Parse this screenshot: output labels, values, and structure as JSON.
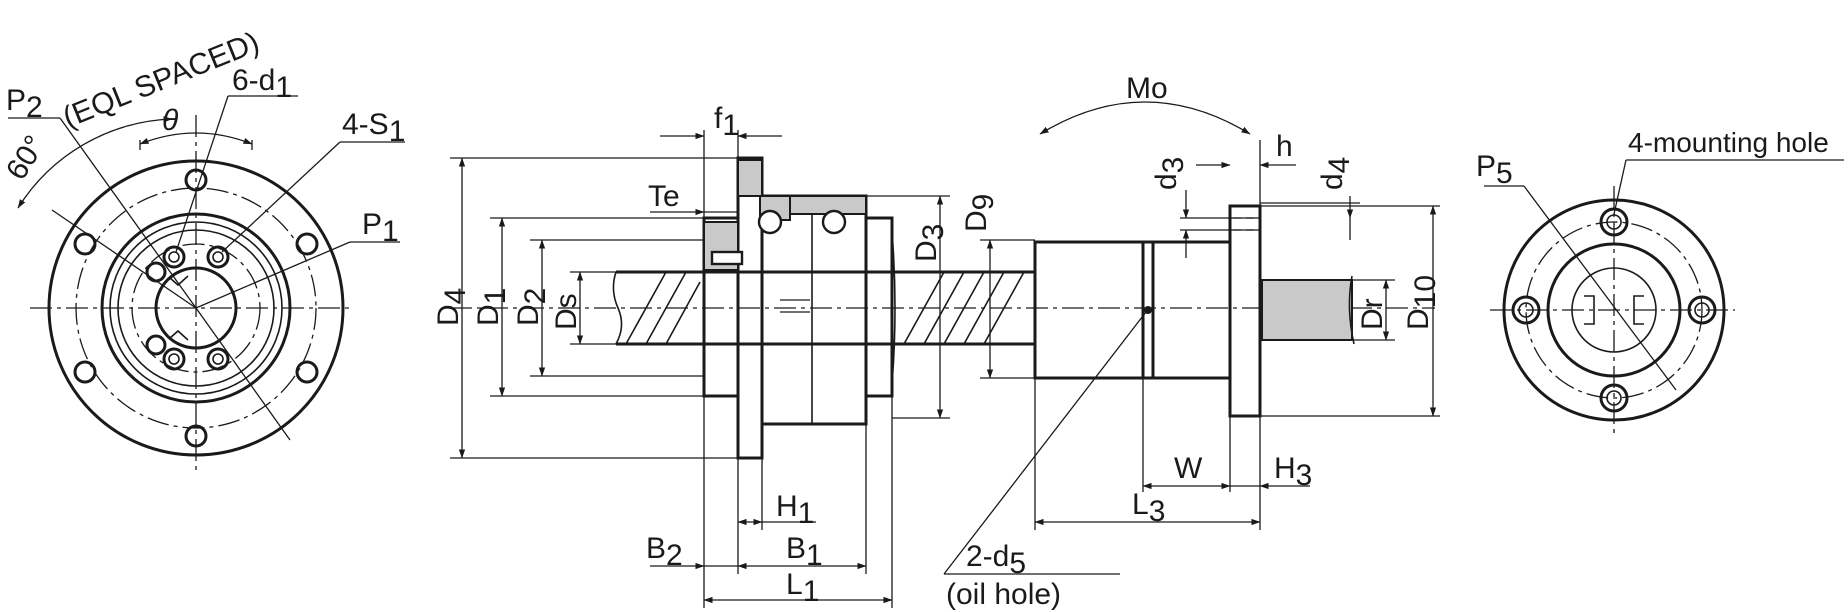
{
  "front_view": {
    "p2": "P",
    "p2_sub": "2",
    "sixty": "60°",
    "eql_spaced": "(EQL SPACED)",
    "theta": "θ",
    "six_d1": "6-d",
    "six_d1_sub": "1",
    "four_s1": "4-S",
    "four_s1_sub": "1",
    "p1": "P",
    "p1_sub": "1"
  },
  "side_view": {
    "f1": "f",
    "f1_sub": "1",
    "te": "Te",
    "d4": "D",
    "d4_sub": "4",
    "d1": "D",
    "d1_sub": "1",
    "d2": "D",
    "d2_sub": "2",
    "ds": "Ds",
    "d3": "D",
    "d3_sub": "3",
    "d9": "D",
    "d9_sub": "9",
    "mo": "Mo",
    "h": "h",
    "sd3": "d",
    "sd3_sub": "3",
    "sd4": "d",
    "sd4_sub": "4",
    "dr": "Dr",
    "d10": "D",
    "d10_sub": "10",
    "h1": "H",
    "h1_sub": "1",
    "b1": "B",
    "b1_sub": "1",
    "b2": "B",
    "b2_sub": "2",
    "l1": "L",
    "l1_sub": "1",
    "w": "W",
    "h3": "H",
    "h3_sub": "3",
    "l3": "L",
    "l3_sub": "3",
    "two_d5": "2-d",
    "two_d5_sub": "5",
    "oil_hole": "(oil hole)"
  },
  "end_view": {
    "p5": "P",
    "p5_sub": "5",
    "mounting_hole": "4-mounting hole"
  }
}
